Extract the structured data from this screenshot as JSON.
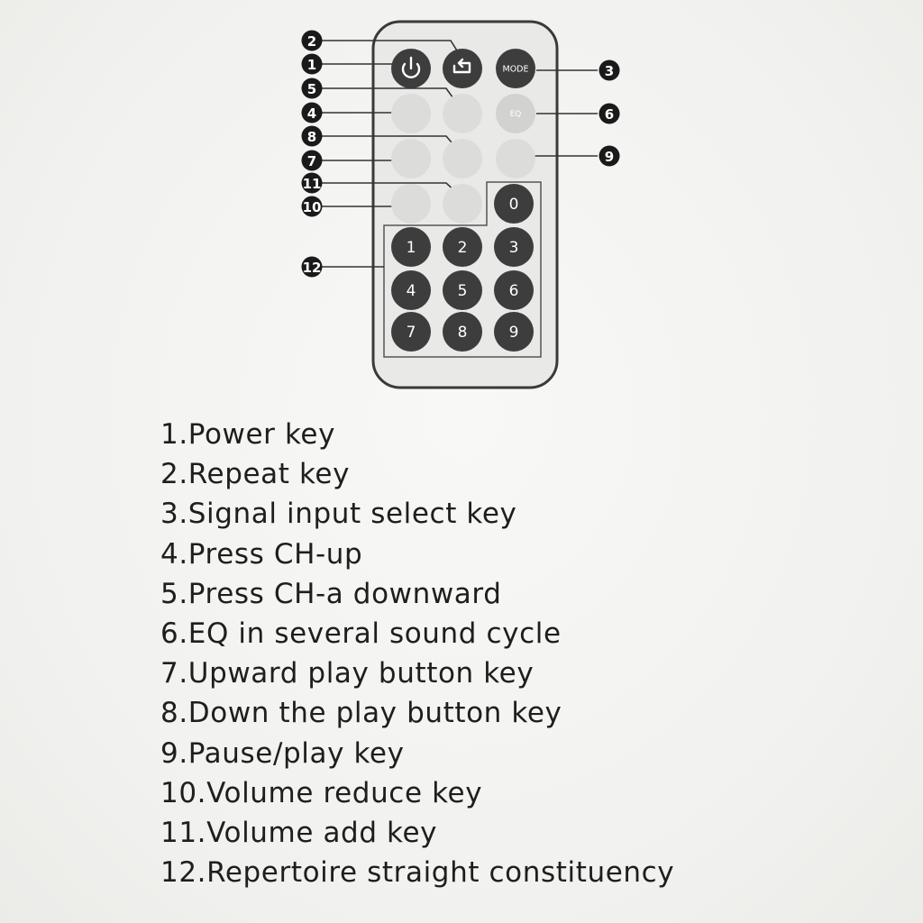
{
  "remote": {
    "mode_label": "MODE",
    "eq_label": "EQ",
    "zero_label": "0",
    "numpad": [
      "1",
      "2",
      "3",
      "4",
      "5",
      "6",
      "7",
      "8",
      "9"
    ]
  },
  "callouts": [
    "1",
    "2",
    "3",
    "4",
    "5",
    "6",
    "7",
    "8",
    "9",
    "10",
    "11",
    "12"
  ],
  "legend": [
    "1.Power key",
    "2.Repeat key",
    "3.Signal input select key",
    "4.Press CH-up",
    "5.Press CH-a downward",
    "6.EQ in several sound cycle",
    "7.Upward play button key",
    "8.Down the play button key",
    "9.Pause/play key",
    "10.Volume reduce key",
    "11.Volume add key",
    "12.Repertoire straight constituency"
  ],
  "colors": {
    "remote_body": "#e9e9e7",
    "remote_outline": "#3a3a3a",
    "dark_button": "#3d3d3d",
    "faded_button": "#dcdcda",
    "callout_fill": "#1a1a1a"
  }
}
